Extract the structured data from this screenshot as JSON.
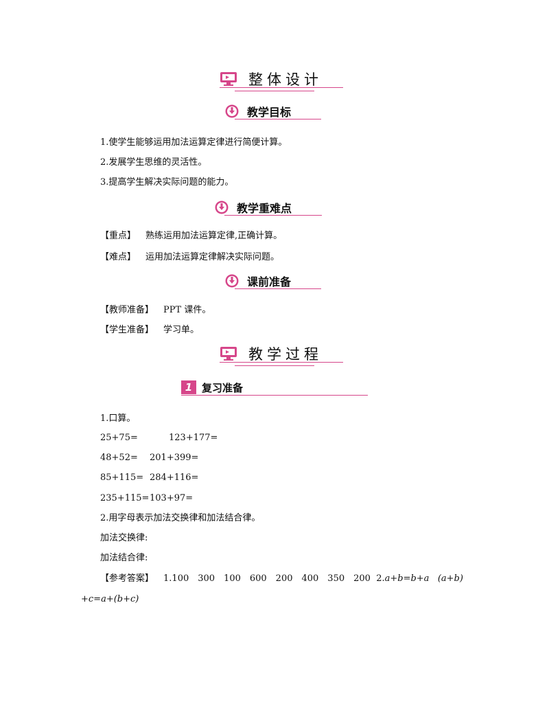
{
  "overall": {
    "title": "整体设计",
    "goals_heading": "教学目标",
    "goals": [
      "1.使学生能够运用加法运算定律进行简便计算。",
      "2.发展学生思维的灵活性。",
      "3.提高学生解决实际问题的能力。"
    ],
    "keypoints_heading": "教学重难点",
    "key_label": "【重点】",
    "key_text": "熟练运用加法运算定律,正确计算。",
    "difficulty_label": "【难点】",
    "difficulty_text": "运用加法运算定律解决实际问题。",
    "prep_heading": "课前准备",
    "teacher_prep_label": "【教师准备】",
    "teacher_prep_text": "PPT 课件。",
    "student_prep_label": "【学生准备】",
    "student_prep_text": "学习单。"
  },
  "process": {
    "title": "教学过程",
    "section1_number": "1",
    "section1_title": "复习准备",
    "oral_calc_label": "1.口算。",
    "oral_rows": [
      [
        "25+75=",
        "123+177="
      ],
      [
        "48+52=",
        "201+399="
      ],
      [
        "85+115=",
        "284+116="
      ],
      [
        "235+115=",
        "103+97="
      ]
    ],
    "letters_prompt": "2.用字母表示加法交换律和加法结合律。",
    "commutative_label": "加法交换律:",
    "associative_label": "加法结合律:",
    "answer_label": "【参考答案】",
    "answer_values": "1.100　300　100　600　200　400　350　200",
    "answer_part2_num": "2.",
    "answer_formula1": "a+b=b+a",
    "answer_formula2_a": "(a+b)",
    "answer_formula2_b": "+c=a+(b+c)"
  },
  "colors": {
    "accent": "#d6468a"
  },
  "icons": [
    "monitor-icon",
    "download-circle-icon"
  ]
}
